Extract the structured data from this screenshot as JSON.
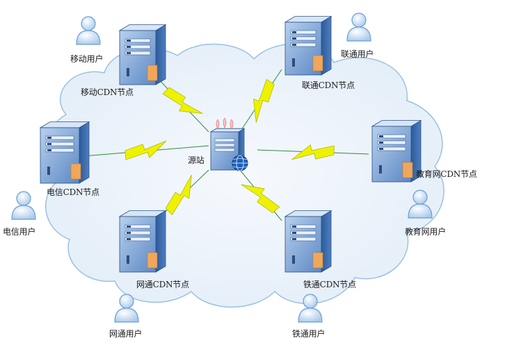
{
  "source": {
    "label": "源站"
  },
  "cdn_nodes": [
    {
      "id": "mobile",
      "label": "移动CDN节点"
    },
    {
      "id": "unicom",
      "label": "联通CDN节点"
    },
    {
      "id": "telecom",
      "label": "电信CDN节点"
    },
    {
      "id": "edu",
      "label": "教育网CDN节点"
    },
    {
      "id": "netcom",
      "label": "网通CDN节点"
    },
    {
      "id": "railcom",
      "label": "铁通CDN节点"
    }
  ],
  "users": [
    {
      "id": "mobile",
      "label": "移动用户"
    },
    {
      "id": "unicom",
      "label": "联通用户"
    },
    {
      "id": "telecom",
      "label": "电信用户"
    },
    {
      "id": "edu",
      "label": "教育网用户"
    },
    {
      "id": "netcom",
      "label": "网通用户"
    },
    {
      "id": "railcom",
      "label": "铁通用户"
    }
  ],
  "colors": {
    "cloud_fill": "#eaf2fa",
    "cloud_stroke": "#9bc1e2",
    "server_front": "#7ea6d6",
    "server_side": "#3d6fb0",
    "server_top": "#d6e6f6",
    "accent_orange": "#f0a75a",
    "user_fill": "#b9d5f0",
    "user_stroke": "#6a9fd2",
    "bolt_fill": "#eef200",
    "bolt_stroke": "#b3b800"
  }
}
